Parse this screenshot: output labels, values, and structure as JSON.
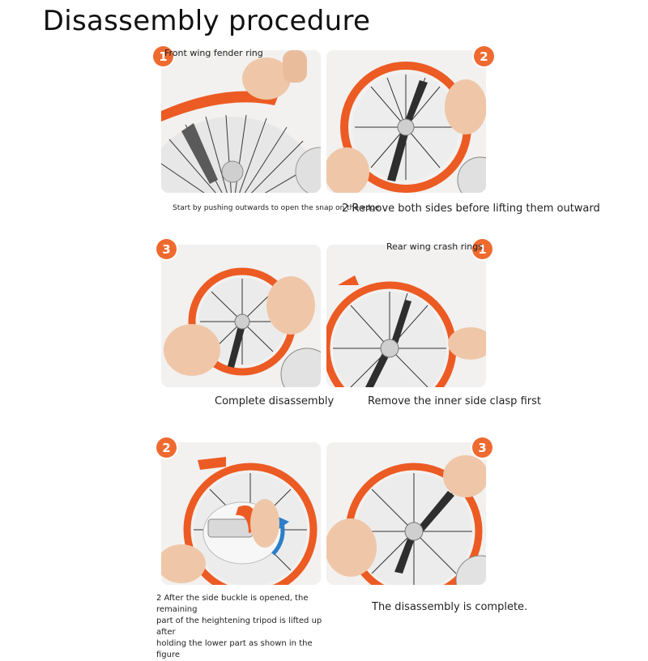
{
  "title": "Disassembly procedure",
  "sections": [
    {
      "caption": "Front wing fender ring",
      "steps": [
        {
          "badge": "1",
          "text": "Start by pushing outwards to open the snap on the edge"
        },
        {
          "badge": "2",
          "text": "2 Remove both sides before lifting them outward"
        },
        {
          "badge": "3",
          "text": "Complete disassembly"
        }
      ]
    },
    {
      "caption": "Rear wing crash rings",
      "steps": [
        {
          "badge": "1",
          "text": "Remove the inner side clasp first"
        },
        {
          "badge": "2",
          "text_lines": [
            "2 After the side buckle is opened, the remaining",
            "part of the heightening tripod is lifted up after",
            "holding the lower part as shown in the figure"
          ]
        },
        {
          "badge": "3",
          "text": "The disassembly is complete."
        }
      ]
    }
  ],
  "colors": {
    "accent": "#ee6a2f",
    "ring": "#ec5b23",
    "guard": "#e6e6e6",
    "skin": "#efc7a8",
    "background": "#ffffff"
  }
}
